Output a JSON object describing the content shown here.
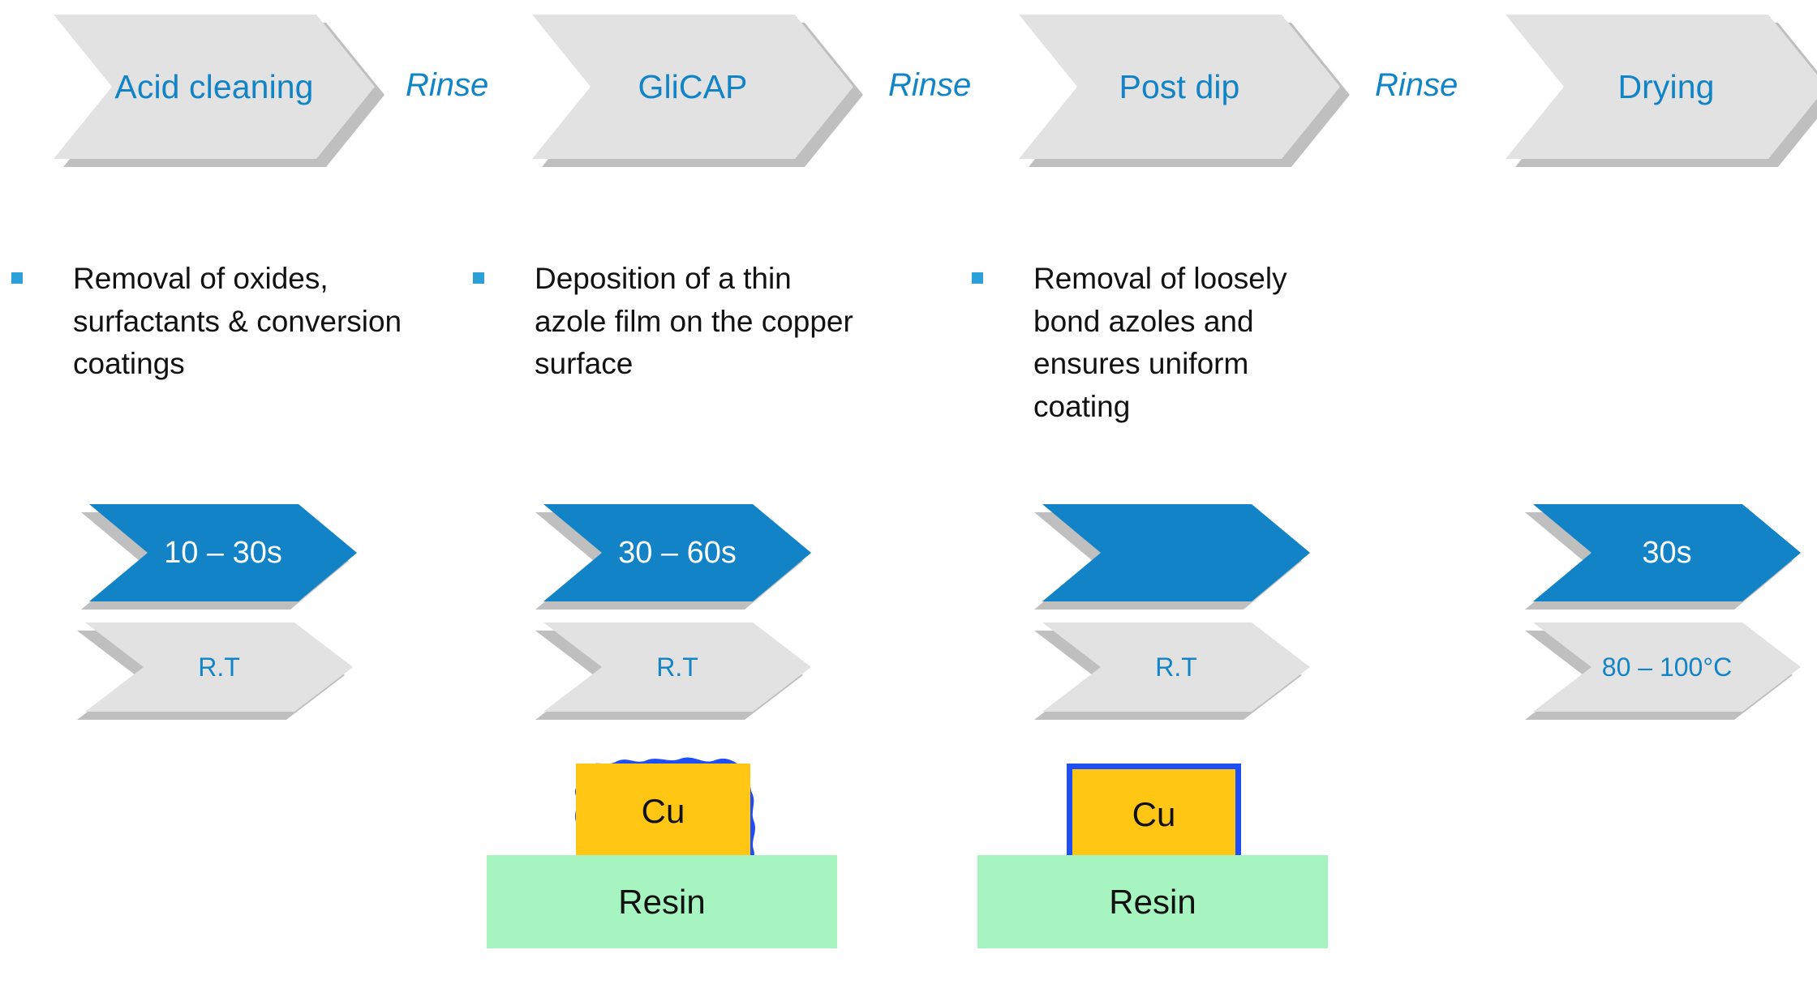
{
  "process": {
    "steps": [
      {
        "name": "Acid cleaning",
        "time": "10 – 30s",
        "temperature": "R.T"
      },
      {
        "name": "GliCAP",
        "time": "30 – 60s",
        "temperature": "R.T"
      },
      {
        "name": "Post dip",
        "time": "",
        "temperature": "R.T"
      },
      {
        "name": "Drying",
        "time": "30s",
        "temperature": "80 – 100°C"
      }
    ],
    "separators": [
      {
        "label": "Rinse"
      },
      {
        "label": "Rinse"
      },
      {
        "label": "Rinse"
      }
    ],
    "descriptions": [
      {
        "text": "Removal of oxides, surfactants & conversion coatings"
      },
      {
        "text": "Deposition of a thin azole film on the copper surface"
      },
      {
        "text": "Removal of loosely bond azoles and ensures uniform coating"
      }
    ],
    "cross_sections": [
      {
        "copper_label": "Cu",
        "substrate_label": "Resin",
        "coating": "rough"
      },
      {
        "copper_label": "Cu",
        "substrate_label": "Resin",
        "coating": "uniform"
      }
    ]
  },
  "colors": {
    "accent_blue": "#1184c8",
    "chevron_blue": "#1183c6",
    "chevron_gray": "#e2e2e2",
    "shadow_gray": "#bfbfbf",
    "bullet_blue": "#2a9fd8",
    "copper": "#ffc714",
    "resin": "#a6f4bf",
    "azole_film": "#1f4ef5",
    "text_black": "#111111",
    "text_white": "#ffffff"
  }
}
